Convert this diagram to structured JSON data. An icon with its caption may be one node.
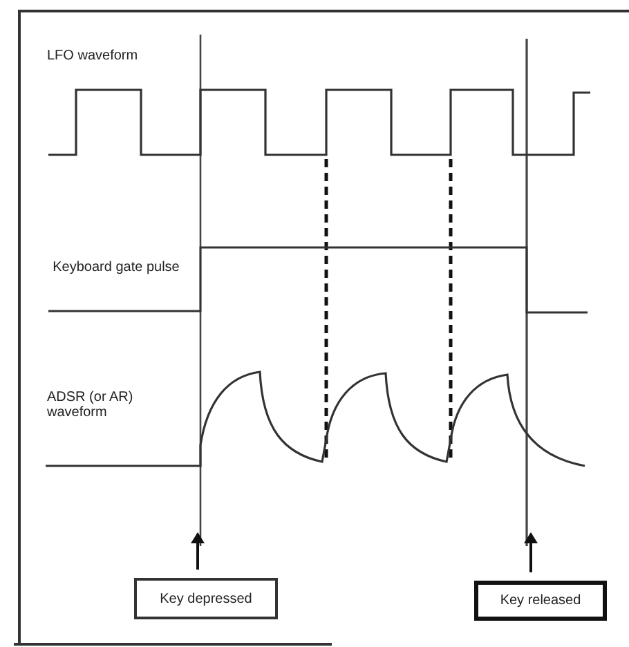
{
  "diagram": {
    "nodes": [
      {
        "text": [
          "Key depressed"
        ]
      },
      {
        "text": [
          "Key released"
        ]
      }
    ],
    "edges": [
      {
        "from": 0,
        "to": null,
        "arrow": "to"
      },
      {
        "from": 1,
        "to": null,
        "arrow": "to"
      }
    ],
    "labels": [
      "LFO waveform",
      "Keyboard gate pulse",
      "ADSR (or AR) waveform"
    ]
  }
}
